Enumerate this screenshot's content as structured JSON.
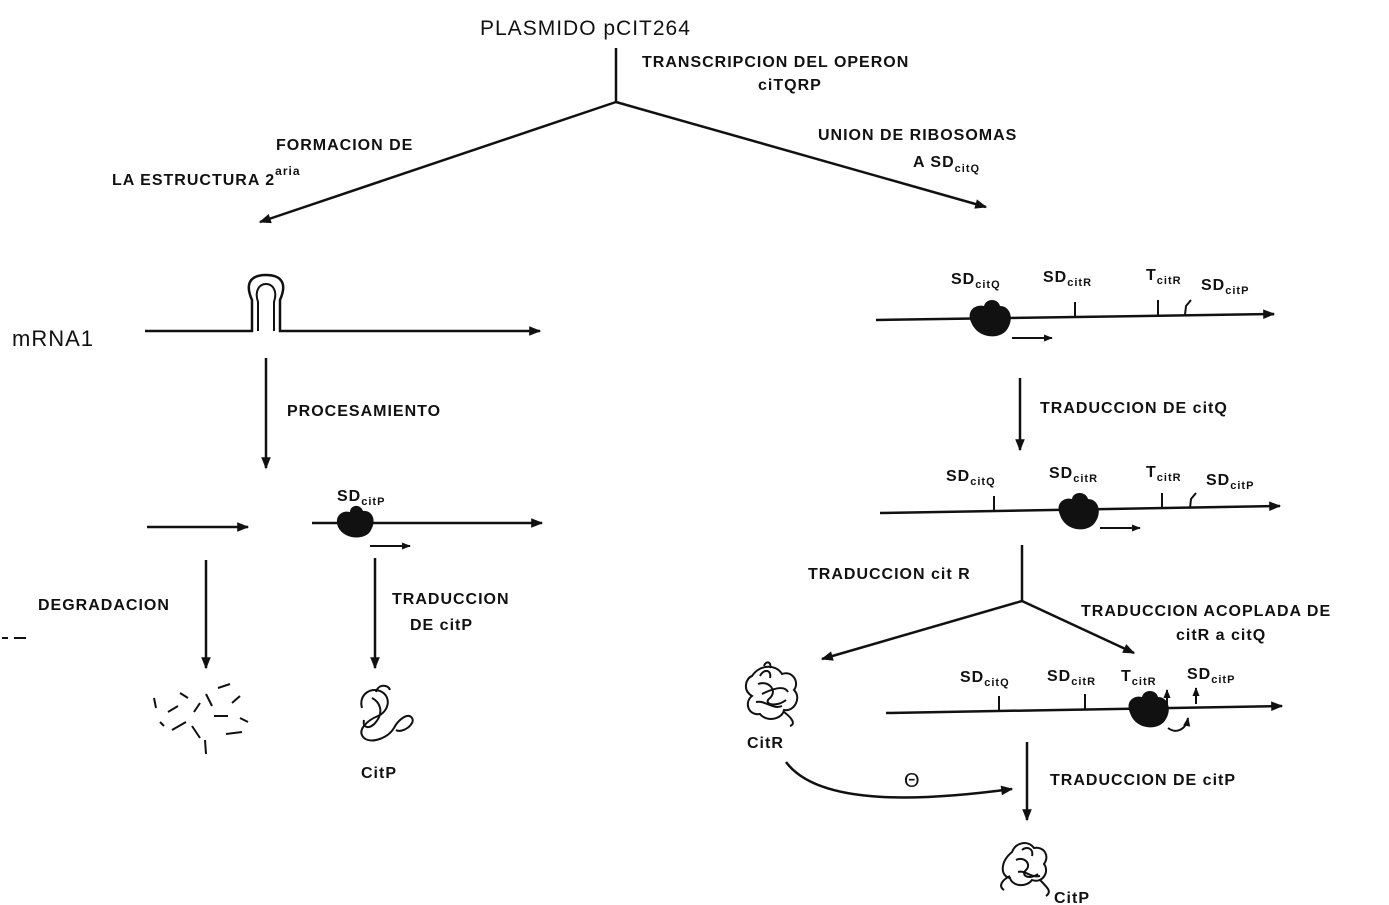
{
  "top": {
    "title": "PLASMIDO pCIT264",
    "transcription_line1": "TRANSCRIPCION DEL OPERON",
    "transcription_line2": "ciTQRP"
  },
  "left": {
    "branch_line1": "FORMACION DE",
    "branch_line2": "LA ESTRUCTURA 2",
    "branch_sup": "aria",
    "mrna_label": "mRNA1",
    "processing": "PROCESAMIENTO",
    "sd_main": "SD",
    "sd_sub": "citP",
    "degradation": "DEGRADACION",
    "translation_line1": "TRADUCCION",
    "translation_line2": "DE citP",
    "product": "CitP"
  },
  "right": {
    "branch_line1": "UNION DE RIBOSOMAS",
    "branch_line2": "A SD",
    "branch_sub": "citQ",
    "sd_citQ_main": "SD",
    "sd_citQ_sub": "citQ",
    "sd_citR_main": "SD",
    "sd_citR_sub": "citR",
    "t_citR_main": "T",
    "t_citR_sub": "citR",
    "sd_citP_main": "SD",
    "sd_citP_sub": "citP",
    "step1": "TRADUCCION DE citQ",
    "step2": "TRADUCCION cit R",
    "coupled_line1": "TRADUCCION ACOPLADA DE",
    "coupled_line2": "citR a citQ",
    "protein_citR": "CitR",
    "inhibition": "Θ",
    "step3": "TRADUCCION DE citP",
    "product": "CitP"
  }
}
